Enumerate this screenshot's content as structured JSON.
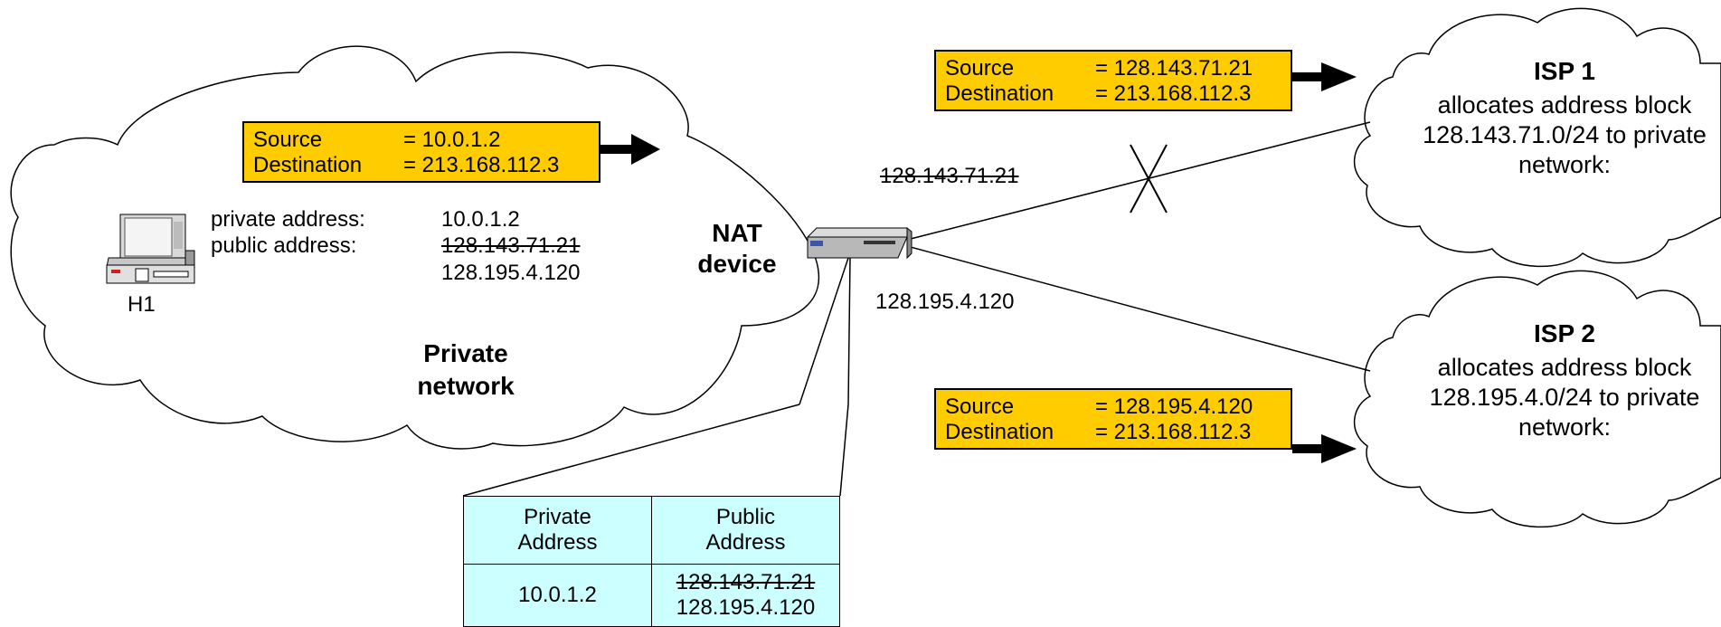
{
  "colors": {
    "packet_fill": "#ffcc00",
    "table_fill": "#ccffff",
    "cloud_fill": "#ffffff",
    "line": "#000000"
  },
  "host": {
    "name": "H1",
    "private_address_label": "private address:",
    "private_address": "10.0.1.2",
    "public_address_label": "public address:",
    "public_address_old": "128.143.71.21",
    "public_address_new": "128.195.4.120",
    "icon": "computer-icon"
  },
  "private_network": {
    "line1": "Private",
    "line2": "network"
  },
  "nat": {
    "line1": "NAT",
    "line2": "device",
    "icon": "router-icon"
  },
  "links": {
    "isp1_address": "128.143.71.21",
    "isp2_address": "128.195.4.120"
  },
  "packets": {
    "inner": {
      "source_label": "Source",
      "source_value": "= 10.0.1.2",
      "dest_label": "Destination",
      "dest_value": "= 213.168.112.3"
    },
    "to_isp1": {
      "source_label": "Source",
      "source_value": "= 128.143.71.21",
      "dest_label": "Destination",
      "dest_value": "= 213.168.112.3"
    },
    "to_isp2": {
      "source_label": "Source",
      "source_value": "= 128.195.4.120",
      "dest_label": "Destination",
      "dest_value": "= 213.168.112.3"
    }
  },
  "isp1": {
    "title": "ISP 1",
    "line1": "allocates address block",
    "line2": "128.143.71.0/24 to private",
    "line3": "network:"
  },
  "isp2": {
    "title": "ISP 2",
    "line1": "allocates address block",
    "line2": "128.195.4.0/24 to private",
    "line3": "network:"
  },
  "nat_table": {
    "header_private_1": "Private",
    "header_private_2": "Address",
    "header_public_1": "Public",
    "header_public_2": "Address",
    "row_private": "10.0.1.2",
    "row_public_old": "128.143.71.21",
    "row_public_new": "128.195.4.120"
  }
}
